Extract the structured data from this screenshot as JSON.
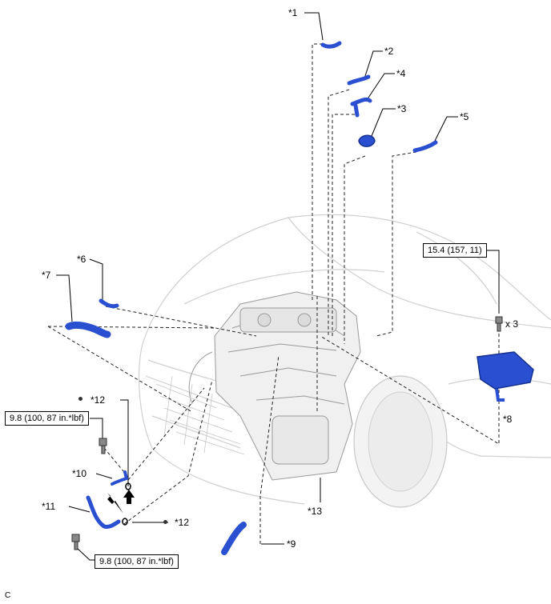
{
  "callouts": {
    "c1": "*1",
    "c2": "*2",
    "c3": "*3",
    "c4": "*4",
    "c5": "*5",
    "c6": "*6",
    "c7": "*7",
    "c8": "*8",
    "c9": "*9",
    "c10": "*10",
    "c11": "*11",
    "c12a": "*12",
    "c12b": "*12",
    "c13": "*13"
  },
  "torques": {
    "bracket": "15.4 (157, 11)",
    "upper_bolt": "9.8 (100, 87 in.*lbf)",
    "lower_bolt": "9.8 (100, 87 in.*lbf)"
  },
  "quantity": "x 3",
  "footer_code": "C",
  "colors": {
    "part_blue": "#2a4fd0",
    "part_blue_dark": "#15308f",
    "ghost_line": "#c8c8c8",
    "leader": "#000000"
  }
}
